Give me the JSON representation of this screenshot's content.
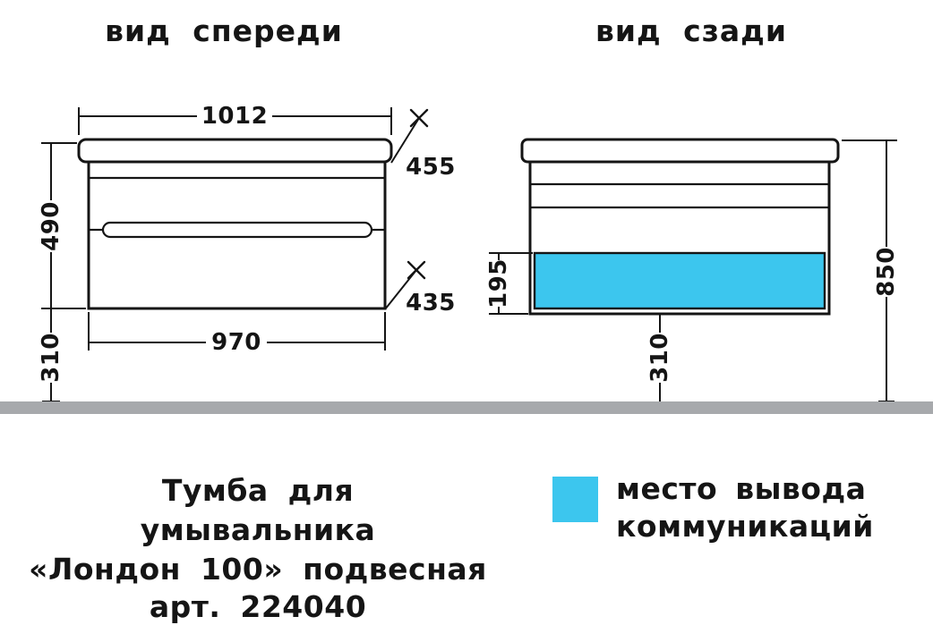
{
  "front_view": {
    "title": "вид спереди",
    "dim_width_top": "1012",
    "dim_worktop_edge": "455",
    "dim_body_height": "490",
    "dim_floor_gap": "310",
    "dim_width_bottom": "970",
    "dim_body_edge": "435"
  },
  "back_view": {
    "title": "вид сзади",
    "dim_cutout_height": "195",
    "dim_floor_gap": "310",
    "dim_total_height": "850"
  },
  "caption": {
    "line1": "Тумба для",
    "line2": "умывальника",
    "line3": "«Лондон 100» подвесная",
    "line4": "арт. 224040"
  },
  "legend": {
    "line1": "место вывода",
    "line2": "коммуникаций"
  },
  "colors": {
    "highlight_cyan": "#3cc6ee",
    "floor_gray": "#a7a9ac",
    "line_color": "#151515"
  }
}
